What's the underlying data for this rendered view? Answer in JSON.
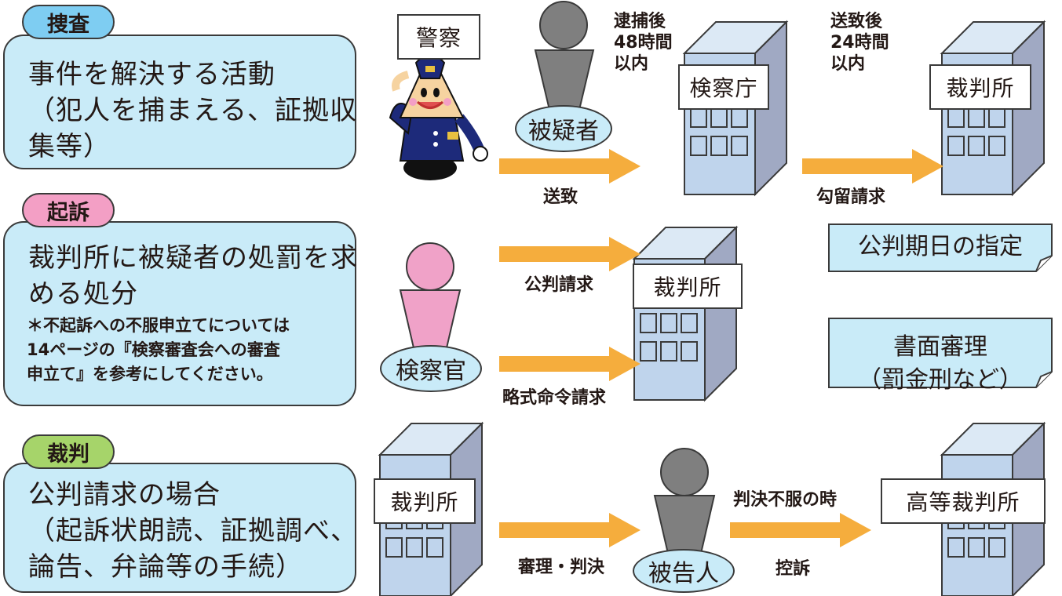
{
  "sections": {
    "sousa": {
      "tag": "捜査",
      "desc": "事件を解決する活動\n（犯人を捕まえる、証拠収\n集等）"
    },
    "kiso": {
      "tag": "起訴",
      "desc": "裁判所に被疑者の処罰を求\nめる処分",
      "note": "＊不起訴への不服申立てについては\n14ページの『検察審査会への審査\n申立て』を参考にしてください。"
    },
    "saiban": {
      "tag": "裁判",
      "desc": "公判請求の場合\n（起訴状朗読、証拠調べ、\n論告、弁論等の手続）"
    }
  },
  "row1": {
    "police": "警察",
    "suspect": "被疑者",
    "time1": "逮捕後\n48時間\n以内",
    "prosecutors_office": "検察庁",
    "time2": "送致後\n24時間\n以内",
    "court": "裁判所",
    "arrow1": "送致",
    "arrow2": "勾留請求"
  },
  "row2": {
    "prosecutor": "検察官",
    "court": "裁判所",
    "arrow_public": "公判請求",
    "arrow_summary": "略式命令請求",
    "result_public": "公判期日の指定",
    "result_summary": "書面審理\n（罰金刑など）"
  },
  "row3": {
    "court": "裁判所",
    "arrow1": "審理・判決",
    "defendant": "被告人",
    "appeal_condition": "判決不服の時",
    "appeal": "控訴",
    "high_court": "高等裁判所"
  },
  "colors": {
    "sousa_tag": "#7ecdf2",
    "kiso_tag": "#f39fc5",
    "saiban_tag": "#a6d46a",
    "box_fill": "#c9ebf8",
    "arrow": "#f5ad3d",
    "building_front": "#bfd4ec",
    "building_side": "#a0a9c3",
    "person_gray": "#7f7f7f",
    "person_pink": "#f0a2c8"
  },
  "icons": [
    "police-officer-icon",
    "person-icon",
    "building-icon",
    "arrow-right-icon",
    "folded-note-icon"
  ]
}
